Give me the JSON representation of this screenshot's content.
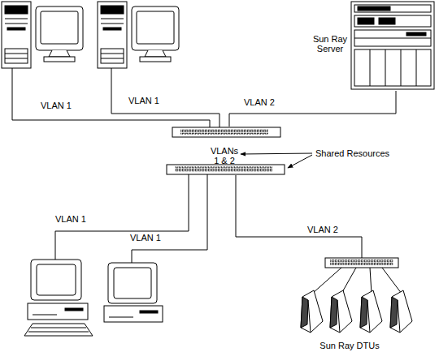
{
  "diagram": {
    "nodes": [
      {
        "text": [
          "Sun Ray Server"
        ]
      },
      {
        "text": [
          "VLANs 1 & 2"
        ]
      },
      {
        "text": [
          "Sun Ray DTUs"
        ]
      }
    ],
    "edges": [
      {
        "from": 0,
        "to": 1,
        "label": "VLAN 2",
        "arrow": "none"
      },
      {
        "from": 1,
        "to": 2,
        "label": "VLAN 2",
        "arrow": "none"
      }
    ],
    "labels": [
      "VLAN 1",
      "VLAN 1",
      "VLAN 1",
      "VLAN 1",
      "Shared Resources"
    ]
  }
}
